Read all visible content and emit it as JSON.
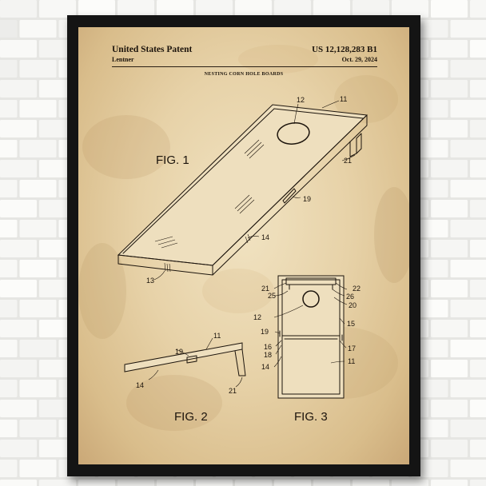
{
  "patent": {
    "title": "United States Patent",
    "inventor": "Lentner",
    "number": "US 12,128,283 B1",
    "date": "Oct. 29, 2024",
    "subtitle": "NESTING CORN HOLE BOARDS"
  },
  "figures": {
    "fig1": "FIG. 1",
    "fig2": "FIG. 2",
    "fig3": "FIG. 3"
  },
  "refs": {
    "fig1": [
      "12",
      "11",
      "21",
      "19",
      "14",
      "13"
    ],
    "fig2": [
      "11",
      "19",
      "14",
      "21"
    ],
    "fig3": [
      "21",
      "22",
      "25",
      "26",
      "20",
      "12",
      "15",
      "19",
      "16",
      "17",
      "18",
      "14",
      "11"
    ]
  },
  "colors": {
    "frame": "#141414",
    "paper": "#e9d5ad",
    "ink": "#1c140c",
    "wall": "#e6e6e3"
  }
}
